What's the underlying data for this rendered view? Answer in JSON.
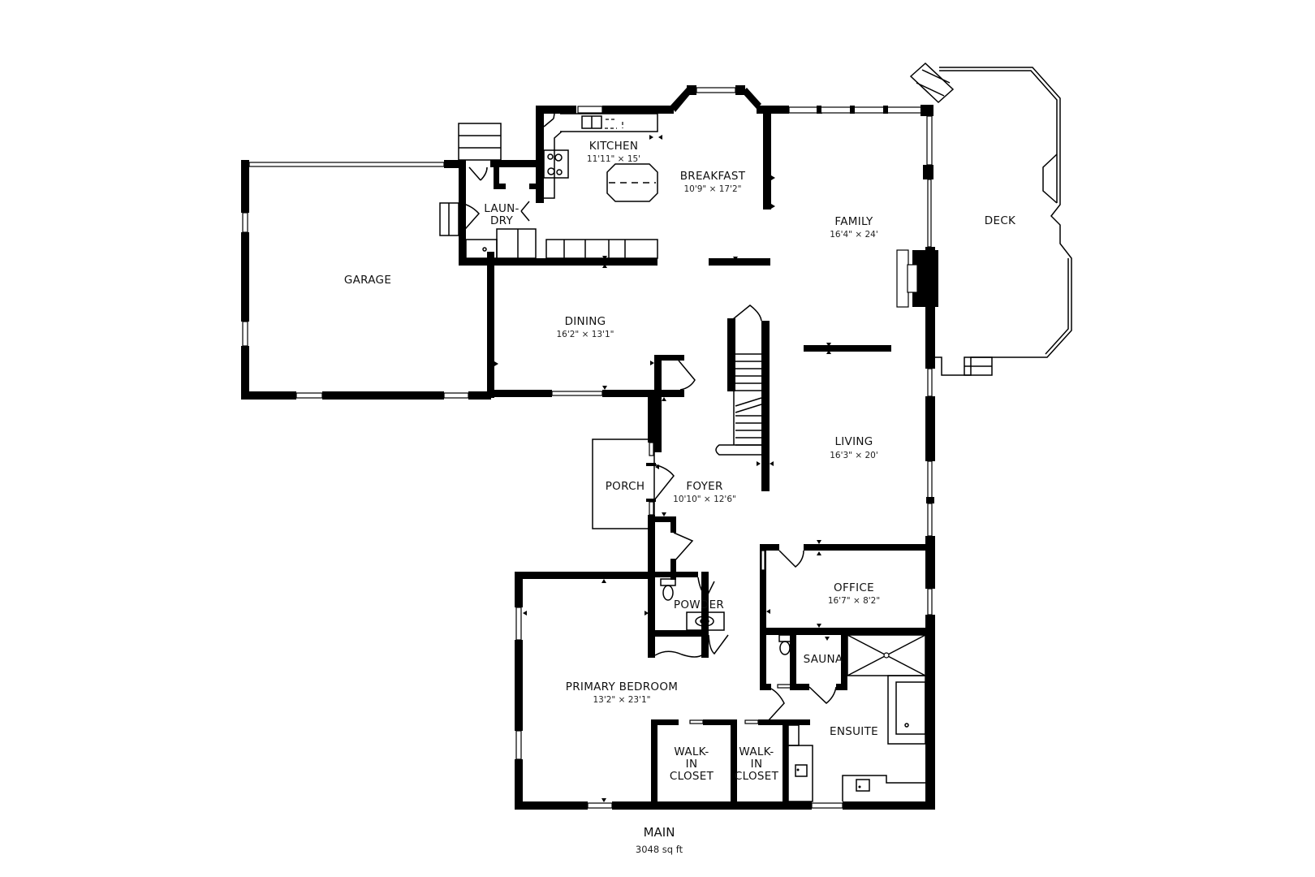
{
  "floor": {
    "name": "MAIN",
    "area": "3048 sq ft"
  },
  "rooms": {
    "kitchen": {
      "name": "KITCHEN",
      "dims": "11'11\" × 15'"
    },
    "breakfast": {
      "name": "BREAKFAST",
      "dims": "10'9\" × 17'2\""
    },
    "family": {
      "name": "FAMILY",
      "dims": "16'4\" × 24'"
    },
    "deck": {
      "name": "DECK"
    },
    "garage": {
      "name": "GARAGE"
    },
    "laundry": {
      "name_line1": "LAUN-",
      "name_line2": "DRY"
    },
    "dining": {
      "name": "DINING",
      "dims": "16'2\" × 13'1\""
    },
    "living": {
      "name": "LIVING",
      "dims": "16'3\" × 20'"
    },
    "porch": {
      "name": "PORCH"
    },
    "foyer": {
      "name": "FOYER",
      "dims": "10'10\" × 12'6\""
    },
    "office": {
      "name": "OFFICE",
      "dims": "16'7\" × 8'2\""
    },
    "powder": {
      "name": "POWDER"
    },
    "primary_bedroom": {
      "name": "PRIMARY BEDROOM",
      "dims": "13'2\" × 23'1\""
    },
    "sauna": {
      "name": "SAUNA"
    },
    "ensuite": {
      "name": "ENSUITE"
    },
    "walk_in_closet_1": {
      "line1": "WALK-",
      "line2": "IN",
      "line3": "CLOSET"
    },
    "walk_in_closet_2": {
      "line1": "WALK-",
      "line2": "IN",
      "line3": "CLOSET"
    }
  },
  "colors": {
    "wall": "#000000",
    "background": "#ffffff"
  }
}
